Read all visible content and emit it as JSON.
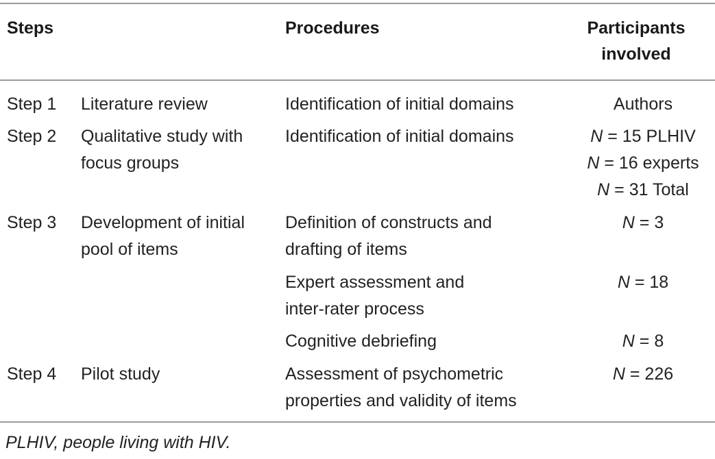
{
  "table": {
    "headers": {
      "steps": "Steps",
      "procedures": "Procedures",
      "participants_line1": "Participants",
      "participants_line2": "involved"
    },
    "rows": [
      {
        "step": "Step 1",
        "activity": [
          "Literature review"
        ],
        "procedures": [
          {
            "lines": [
              "Identification of initial domains"
            ],
            "participants": [
              "Authors"
            ]
          }
        ]
      },
      {
        "step": "Step 2",
        "activity": [
          "Qualitative study with",
          "focus groups"
        ],
        "procedures": [
          {
            "lines": [
              "Identification of initial domains"
            ],
            "participants": [
              "N = 15 PLHIV",
              "N = 16 experts",
              "N = 31 Total"
            ]
          }
        ]
      },
      {
        "step": "Step 3",
        "activity": [
          "Development of initial",
          "pool of items"
        ],
        "procedures": [
          {
            "lines": [
              "Definition of constructs and",
              "drafting of items"
            ],
            "participants": [
              "N = 3"
            ]
          },
          {
            "lines": [
              "Expert assessment and",
              "inter-rater process"
            ],
            "participants": [
              "N = 18"
            ]
          },
          {
            "lines": [
              "Cognitive debriefing"
            ],
            "participants": [
              "N = 8"
            ]
          }
        ]
      },
      {
        "step": "Step 4",
        "activity": [
          "Pilot study"
        ],
        "procedures": [
          {
            "lines": [
              "Assessment of psychometric",
              "properties and validity of items"
            ],
            "participants": [
              "N = 226"
            ]
          }
        ]
      }
    ],
    "footnote": "PLHIV, people living with HIV."
  }
}
